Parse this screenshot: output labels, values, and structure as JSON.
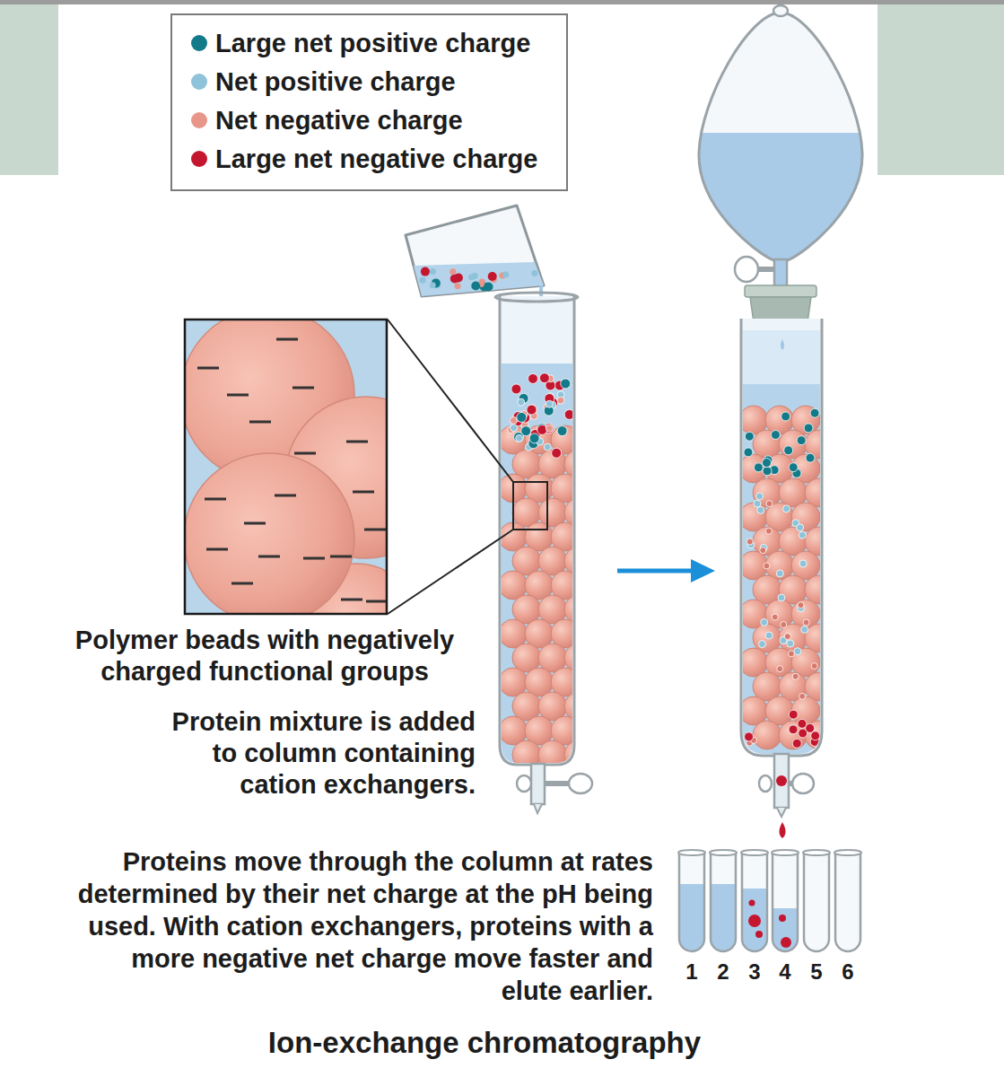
{
  "diagram": {
    "title": "Ion-exchange chromatography",
    "labels": [
      "Polymer beads with negatively charged functional groups",
      "Protein mixture is added to column containing cation exchangers.",
      "Proteins move through the column at rates determined by their net charge at the pH being used. With cation exchangers, proteins with a more negative net charge move faster and elute earlier.",
      "1",
      "2",
      "3",
      "4",
      "5",
      "6"
    ],
    "legend": [
      {
        "text": "Large net positive charge",
        "color": "#137a8a"
      },
      {
        "text": "Net positive charge",
        "color": "#8ec3d9"
      },
      {
        "text": "Net negative charge",
        "color": "#e8968a"
      },
      {
        "text": "Large net negative charge",
        "color": "#c4162f"
      }
    ]
  }
}
